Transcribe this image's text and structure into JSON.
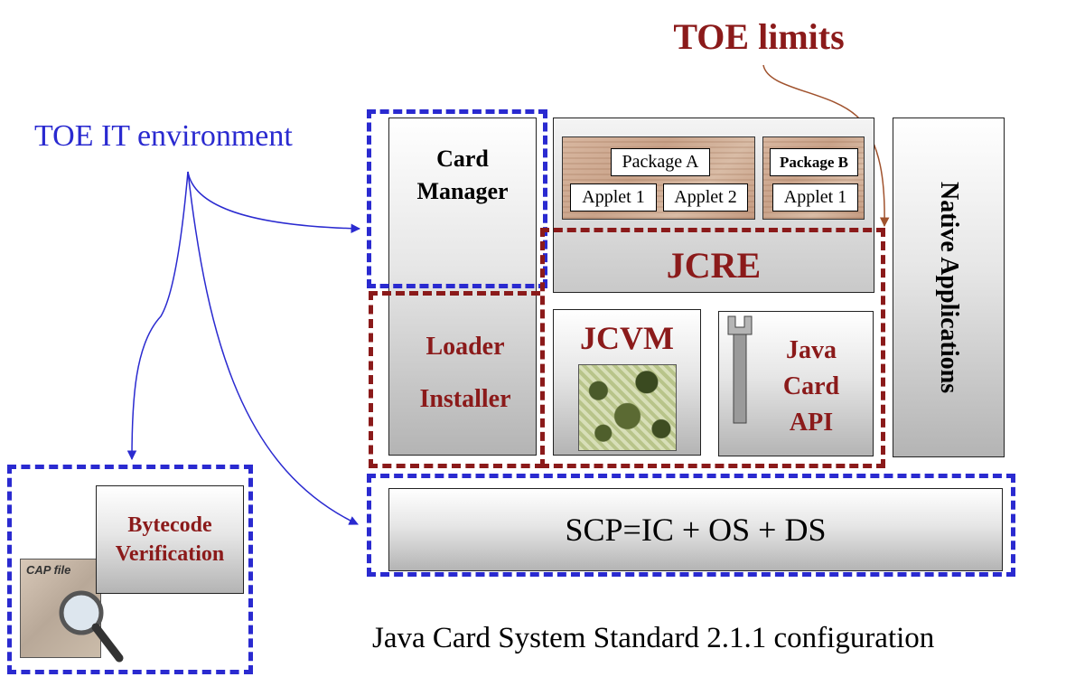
{
  "title": "TOE limits",
  "it_environment_label": "TOE IT environment",
  "caption": "Java Card System Standard 2.1.1 configuration",
  "card_manager": [
    "Card",
    "Manager"
  ],
  "package_a": "Package A",
  "package_b": "Package B",
  "applet_1": "Applet 1",
  "applet_2": "Applet 2",
  "applet_b1": "Applet 1",
  "jcre": "JCRE",
  "native_applications": "Native Applications",
  "loader": "Loader",
  "installer": "Installer",
  "jcvm": "JCVM",
  "java_card_api": [
    "Java",
    "Card",
    "API"
  ],
  "scp": "SCP=IC + OS + DS",
  "bytecode_verification": [
    "Bytecode",
    "Verification"
  ],
  "cap_file_label": "CAP file",
  "colors": {
    "toe_red": "#8b1a1a",
    "it_blue": "#2a2ad0"
  }
}
